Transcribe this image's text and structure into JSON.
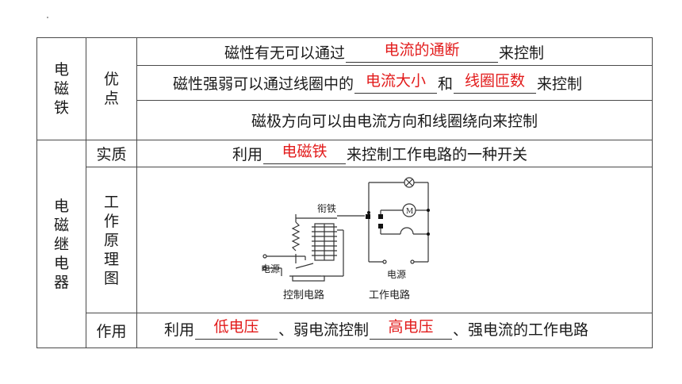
{
  "section_em": {
    "label": [
      "电",
      "磁",
      "铁"
    ],
    "sub_label": [
      "优",
      "点"
    ],
    "row1": {
      "before": "磁性有无可以通过",
      "answer": "电流的通断",
      "after": "来控制"
    },
    "row2": {
      "before": "磁性强弱可以通过线圈中的",
      "answer1": "电流大小",
      "mid": "和",
      "answer2": "线圈匝数",
      "after": "来控制"
    },
    "row3": {
      "text": "磁极方向可以由电流方向和线圈绕向来控制"
    }
  },
  "section_relay": {
    "label": [
      "电",
      "磁",
      "继",
      "电",
      "器"
    ],
    "essence": {
      "label": "实质",
      "before": "利用",
      "answer": "电磁铁",
      "after": "来控制工作电路的一种开关"
    },
    "principle": {
      "label": [
        "工",
        "作",
        "原",
        "理",
        "图"
      ]
    },
    "diagram": {
      "armature": "衔铁",
      "power_left": "电源",
      "power_right": "电源",
      "control_circuit": "控制电路",
      "work_circuit": "工作电路",
      "motor": "M"
    },
    "function": {
      "label": "作用",
      "before": "利用",
      "answer1": "低电压",
      "mid": "、弱电流控制",
      "answer2": "高电压",
      "after": "、强电流的工作电路"
    }
  },
  "colors": {
    "answer": "#e21b1b",
    "border": "#4a4a4a"
  }
}
